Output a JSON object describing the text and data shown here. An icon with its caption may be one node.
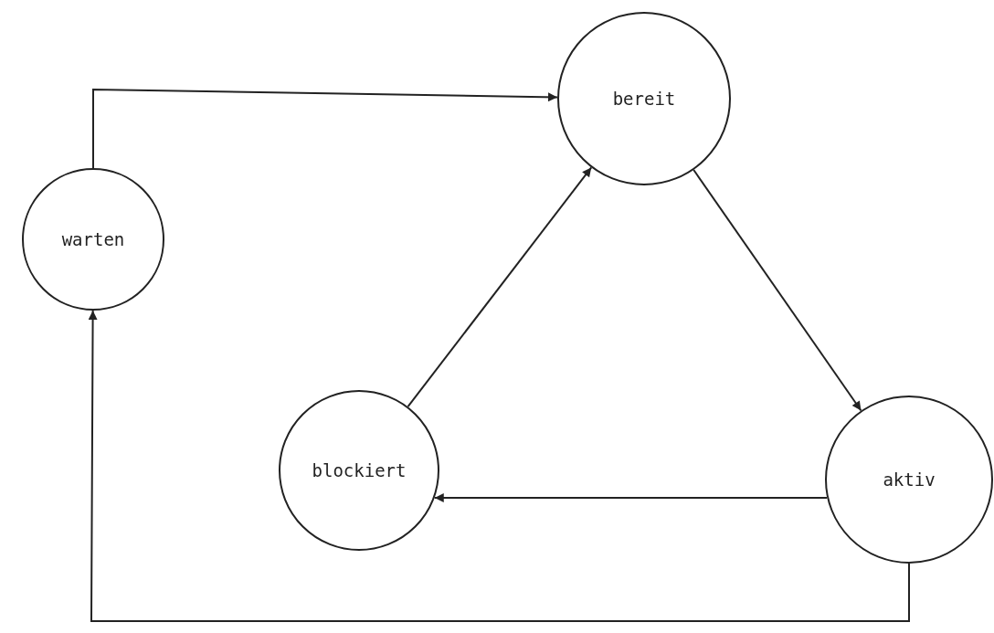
{
  "diagram": {
    "nodes": [
      {
        "text": [
          "warten"
        ]
      },
      {
        "text": [
          "bereit"
        ]
      },
      {
        "text": [
          "blockiert"
        ]
      },
      {
        "text": [
          "aktiv"
        ]
      }
    ],
    "edges": [
      {
        "from": 0,
        "to": 1,
        "arrow": "to"
      },
      {
        "from": 1,
        "to": 3,
        "arrow": "to"
      },
      {
        "from": 2,
        "to": 1,
        "arrow": "to"
      },
      {
        "from": 3,
        "to": 2,
        "arrow": "to"
      },
      {
        "from": 3,
        "to": 0,
        "arrow": "to"
      }
    ]
  }
}
